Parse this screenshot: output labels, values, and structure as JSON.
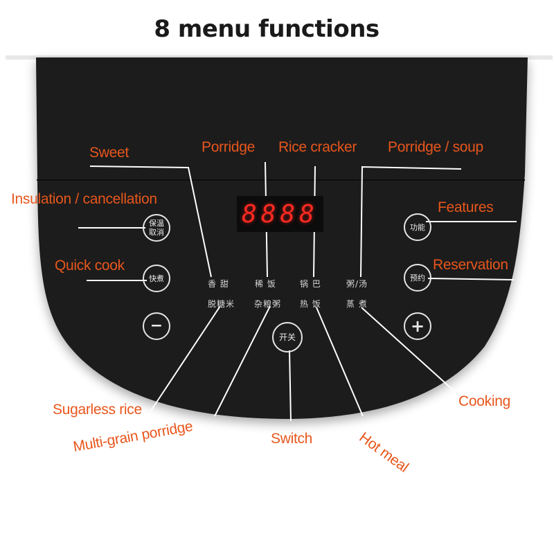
{
  "header": {
    "title": "8 menu functions"
  },
  "display": {
    "value": "8888",
    "color": "#ff2a22"
  },
  "colors": {
    "accent": "#e8561c",
    "panel": "#1b1b1c",
    "button_outline": "#e6e6e6"
  },
  "annotations": {
    "sweet": "Sweet",
    "porridge": "Porridge",
    "rice_cracker": "Rice cracker",
    "porridge_soup": "Porridge / soup",
    "insulation_cancellation": "Insulation / cancellation",
    "features": "Features",
    "quick_cook": "Quick cook",
    "reservation": "Reservation",
    "sugarless_rice": "Sugarless rice",
    "multi_grain_porridge": "Multi-grain porridge",
    "switch": "Switch",
    "hot_meal": "Hot meal",
    "cooking": "Cooking"
  },
  "menu_labels": {
    "row1": [
      "香 甜",
      "稀 饭",
      "锅 巴",
      "粥/汤"
    ],
    "row2": [
      "脱糖米",
      "杂粮粥",
      "热 饭",
      "蒸 煮"
    ]
  },
  "buttons": {
    "keep_warm_cancel": "保温\n取消",
    "quick_cook": "快煮",
    "function": "功能",
    "reservation": "预约",
    "power": "开关",
    "minus": "−",
    "plus": "+"
  }
}
